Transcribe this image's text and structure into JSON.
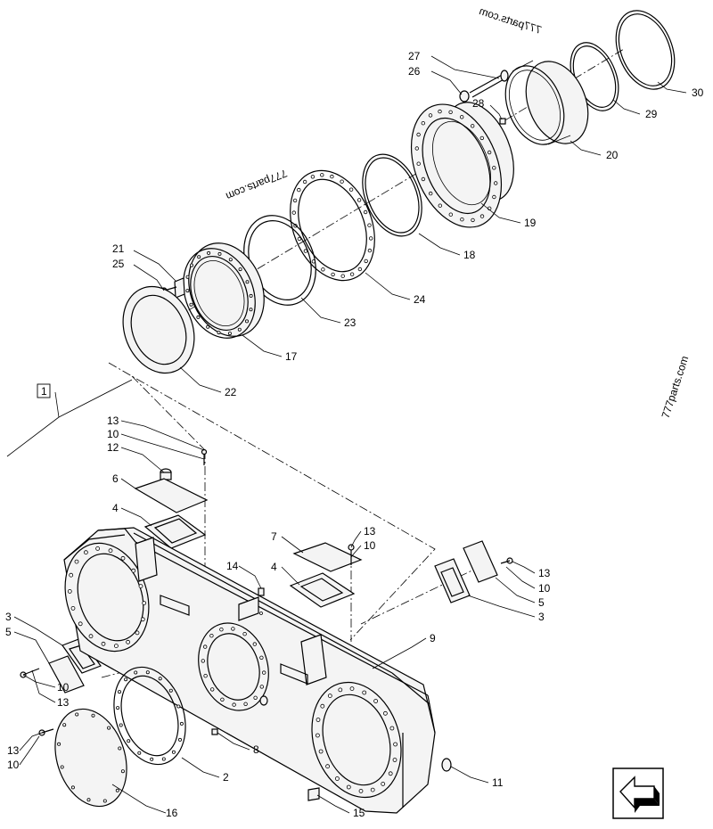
{
  "callouts": [
    {
      "id": "c1",
      "text": "1"
    },
    {
      "id": "c2",
      "text": "2"
    },
    {
      "id": "c3a",
      "text": "3"
    },
    {
      "id": "c3b",
      "text": "3"
    },
    {
      "id": "c4a",
      "text": "4"
    },
    {
      "id": "c4b",
      "text": "4"
    },
    {
      "id": "c5a",
      "text": "5"
    },
    {
      "id": "c5b",
      "text": "5"
    },
    {
      "id": "c6",
      "text": "6"
    },
    {
      "id": "c7",
      "text": "7"
    },
    {
      "id": "c8",
      "text": "8"
    },
    {
      "id": "c9",
      "text": "9"
    },
    {
      "id": "c10a",
      "text": "10"
    },
    {
      "id": "c10b",
      "text": "10"
    },
    {
      "id": "c10c",
      "text": "10"
    },
    {
      "id": "c10d",
      "text": "10"
    },
    {
      "id": "c10e",
      "text": "10"
    },
    {
      "id": "c11",
      "text": "11"
    },
    {
      "id": "c12",
      "text": "12"
    },
    {
      "id": "c13a",
      "text": "13"
    },
    {
      "id": "c13b",
      "text": "13"
    },
    {
      "id": "c13c",
      "text": "13"
    },
    {
      "id": "c13d",
      "text": "13"
    },
    {
      "id": "c13e",
      "text": "13"
    },
    {
      "id": "c14",
      "text": "14"
    },
    {
      "id": "c15",
      "text": "15"
    },
    {
      "id": "c16",
      "text": "16"
    },
    {
      "id": "c17",
      "text": "17"
    },
    {
      "id": "c18",
      "text": "18"
    },
    {
      "id": "c19",
      "text": "19"
    },
    {
      "id": "c20",
      "text": "20"
    },
    {
      "id": "c21",
      "text": "21"
    },
    {
      "id": "c22",
      "text": "22"
    },
    {
      "id": "c23",
      "text": "23"
    },
    {
      "id": "c24",
      "text": "24"
    },
    {
      "id": "c25",
      "text": "25"
    },
    {
      "id": "c26",
      "text": "26"
    },
    {
      "id": "c27",
      "text": "27"
    },
    {
      "id": "c28",
      "text": "28"
    },
    {
      "id": "c29",
      "text": "29"
    },
    {
      "id": "c30",
      "text": "30"
    }
  ],
  "watermarks": [
    "777parts.com",
    "777parts.com",
    "777parts.com"
  ],
  "nav_icon": "return-arrow-icon"
}
